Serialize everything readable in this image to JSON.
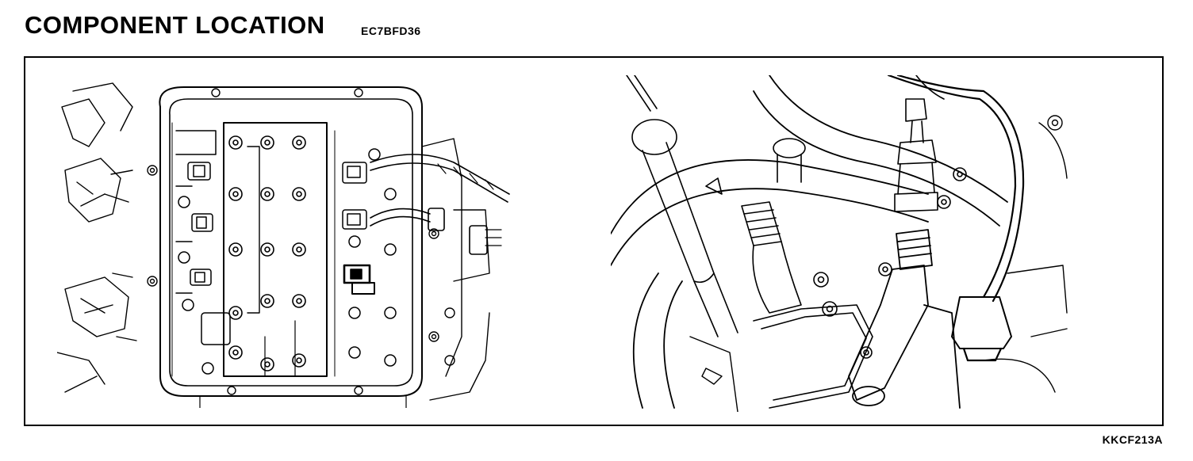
{
  "header": {
    "title": "COMPONENT LOCATION",
    "doc_code": "EC7BFD36"
  },
  "figure": {
    "reference_code": "KKCF213A"
  },
  "colors": {
    "ink": "#000000",
    "paper": "#ffffff"
  }
}
